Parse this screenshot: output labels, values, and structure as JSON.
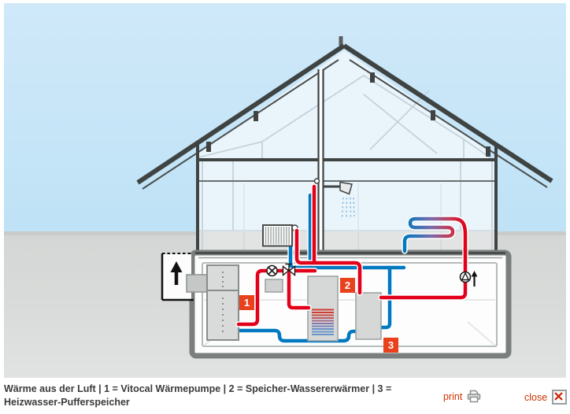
{
  "viewer": {
    "print_label": "print",
    "close_label": "close",
    "link_color": "#cc3300"
  },
  "caption": {
    "line1": "Wärme aus der Luft | 1 = Vitocal Wärmepumpe | 2 = Speicher-Wassererwärmer | 3 =",
    "line2": "Heizwasser-Pufferspeicher"
  },
  "diagram": {
    "title": "Wärme aus der Luft",
    "labels": [
      {
        "number": "1",
        "meaning": "Vitocal Wärmepumpe"
      },
      {
        "number": "2",
        "meaning": "Speicher-Wassererwärmer"
      },
      {
        "number": "3",
        "meaning": "Heizwasser-Pufferspeicher"
      }
    ],
    "colors": {
      "pipe_hot": "#e2001a",
      "pipe_cold": "#0079c1",
      "label_background": "#e8411c",
      "label_text": "#ffffff",
      "sky": "#cde8f8",
      "ground": "#d9dbda",
      "structure_dark": "#3f4443"
    }
  }
}
